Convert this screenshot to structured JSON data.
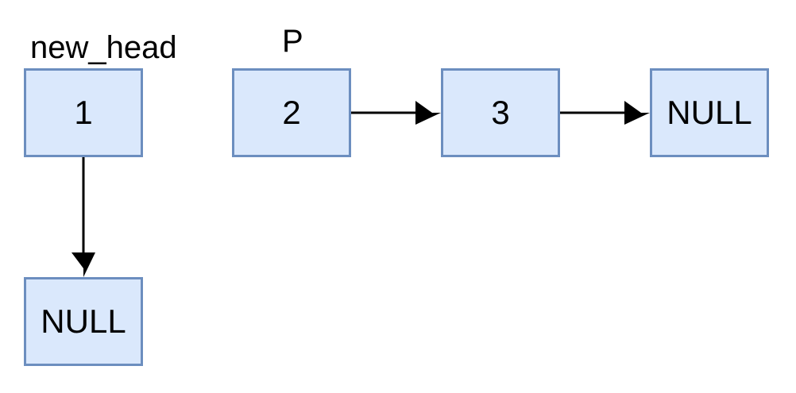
{
  "labels": {
    "new_head": "new_head",
    "p": "P"
  },
  "nodes": [
    {
      "id": "node-1",
      "text": "1"
    },
    {
      "id": "node-null-below",
      "text": "NULL"
    },
    {
      "id": "node-2",
      "text": "2"
    },
    {
      "id": "node-3",
      "text": "3"
    },
    {
      "id": "node-null-right",
      "text": "NULL"
    }
  ],
  "edges": [
    {
      "from": "node-1",
      "to": "node-null-below"
    },
    {
      "from": "node-2",
      "to": "node-3"
    },
    {
      "from": "node-3",
      "to": "node-null-right"
    }
  ],
  "colors": {
    "node_fill": "#dae8fc",
    "node_stroke": "#6c8ebf",
    "arrow": "#000000",
    "background": "#ffffff"
  }
}
